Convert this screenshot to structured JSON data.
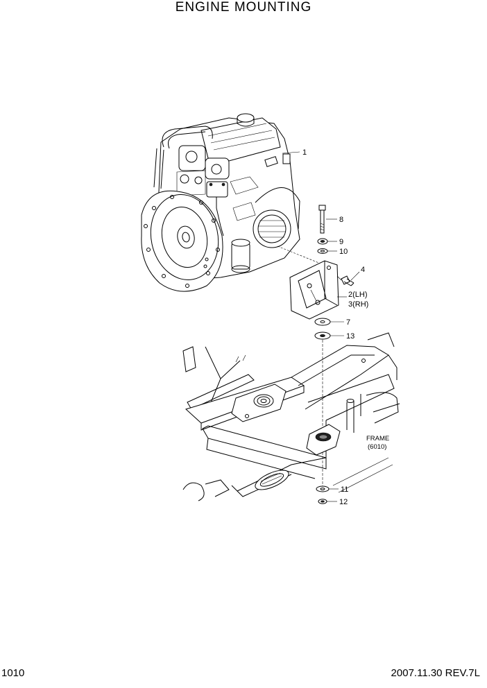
{
  "title": "ENGINE MOUNTING",
  "page_number": "1010",
  "revision": "2007.11.30 REV.7L",
  "callouts": [
    {
      "id": "engine",
      "text": "1"
    },
    {
      "id": "bolt",
      "text": "8"
    },
    {
      "id": "washer-9",
      "text": "9"
    },
    {
      "id": "washer-10",
      "text": "10"
    },
    {
      "id": "screw",
      "text": "4"
    },
    {
      "id": "bracket-lh",
      "text": "2(LH)"
    },
    {
      "id": "bracket-rh",
      "text": "3(RH)"
    },
    {
      "id": "mount-7",
      "text": "7"
    },
    {
      "id": "mount-13",
      "text": "13"
    },
    {
      "id": "washer-11",
      "text": "11"
    },
    {
      "id": "nut-12",
      "text": "12"
    }
  ],
  "frame_label": {
    "name": "FRAME",
    "ref": "(6010)"
  }
}
